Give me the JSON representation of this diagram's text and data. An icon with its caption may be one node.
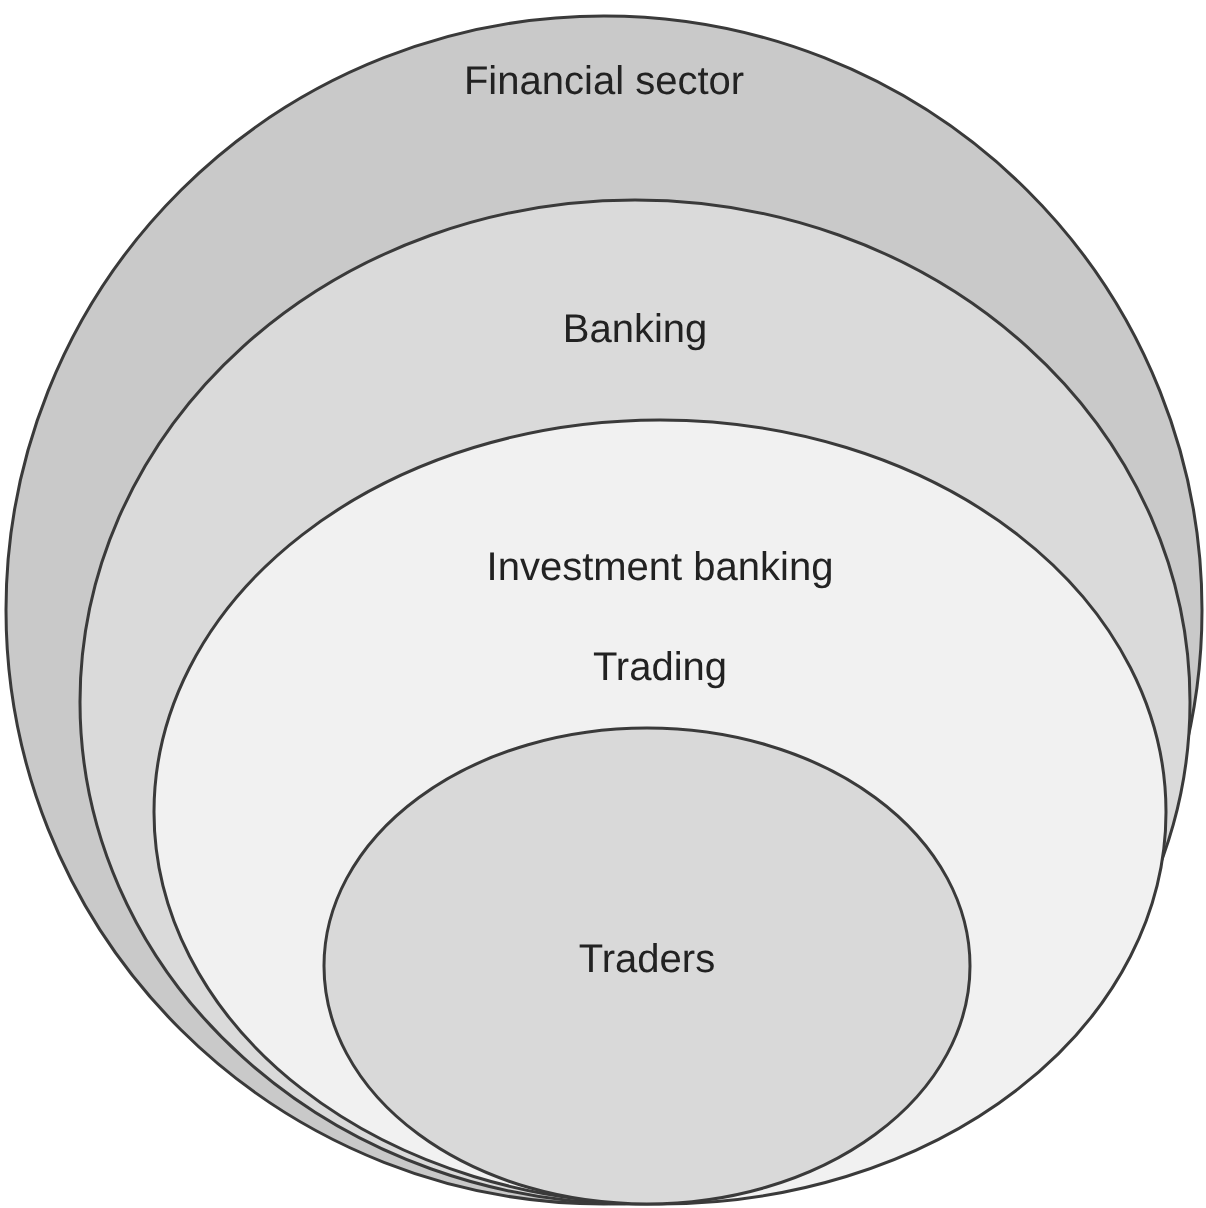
{
  "diagram": {
    "nodes": [
      {
        "text": [
          "Financial sector"
        ]
      },
      {
        "text": [
          "Banking"
        ],
        "in": 0
      },
      {
        "text": [
          "Investment banking",
          "Trading"
        ],
        "in": 1
      },
      {
        "text": [
          "Traders"
        ],
        "in": 2
      }
    ]
  }
}
